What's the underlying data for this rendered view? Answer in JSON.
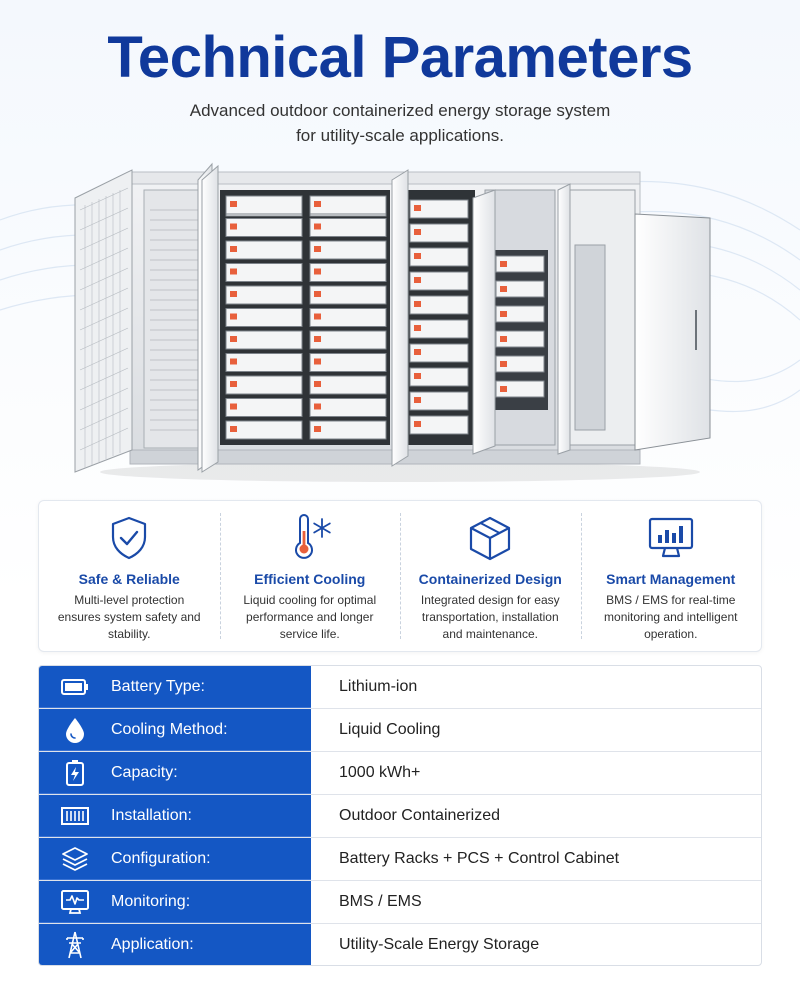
{
  "header": {
    "title": "Technical Parameters",
    "subtitle_line1": "Advanced outdoor containerized energy storage system",
    "subtitle_line2": "for utility-scale applications."
  },
  "colors": {
    "brand_blue": "#10399b",
    "label_blue": "#1457c4",
    "feature_title_blue": "#1a4aa8"
  },
  "features": [
    {
      "icon": "shield-check-icon",
      "title": "Safe & Reliable",
      "desc": "Multi-level protection ensures system safety and stability."
    },
    {
      "icon": "thermometer-snowflake-icon",
      "title": "Efficient Cooling",
      "desc": "Liquid cooling for optimal performance and longer service life."
    },
    {
      "icon": "box-icon",
      "title": "Containerized Design",
      "desc": "Integrated design for easy transportation, installation and maintenance."
    },
    {
      "icon": "monitor-chart-icon",
      "title": "Smart Management",
      "desc": "BMS / EMS for real-time monitoring and intelligent operation."
    }
  ],
  "specs": [
    {
      "icon": "battery-icon",
      "label": "Battery Type:",
      "value": "Lithium-ion"
    },
    {
      "icon": "water-drop-icon",
      "label": "Cooling Method:",
      "value": "Liquid Cooling"
    },
    {
      "icon": "battery-charge-icon",
      "label": "Capacity:",
      "value": "1000 kWh+"
    },
    {
      "icon": "container-icon",
      "label": "Installation:",
      "value": "Outdoor Containerized"
    },
    {
      "icon": "layers-icon",
      "label": "Configuration:",
      "value": "Battery Racks + PCS + Control Cabinet"
    },
    {
      "icon": "monitor-pulse-icon",
      "label": "Monitoring:",
      "value": "BMS / EMS"
    },
    {
      "icon": "power-tower-icon",
      "label": "Application:",
      "value": "Utility-Scale Energy Storage"
    }
  ]
}
